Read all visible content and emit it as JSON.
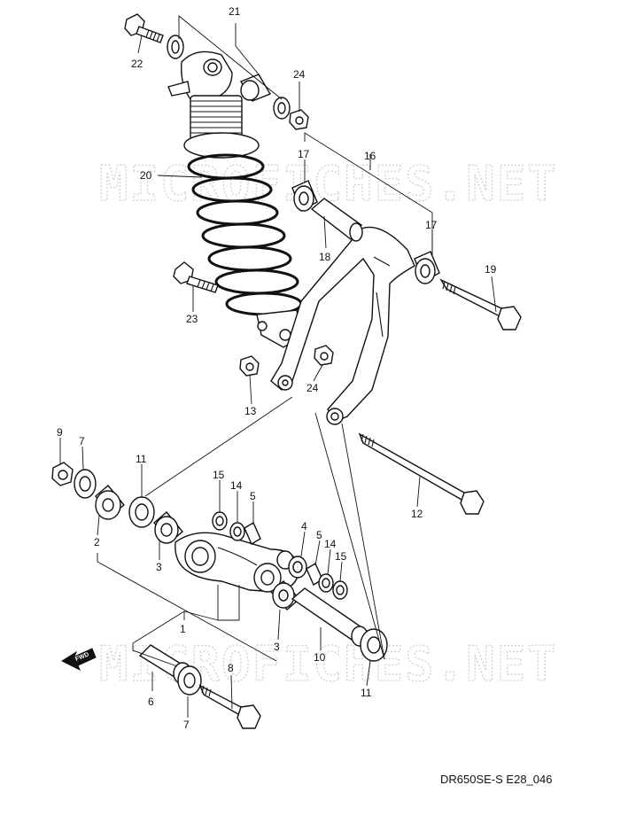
{
  "watermark": {
    "top": "MICROFICHES.NET",
    "bottom": "MICROFICHES.NET"
  },
  "reference_code": "DR650SE-S E28_046",
  "fwd_label": "FWD",
  "callouts": {
    "c21": "21",
    "c22": "22",
    "c24a": "24",
    "c16": "16",
    "c17a": "17",
    "c17b": "17",
    "c20": "20",
    "c18": "18",
    "c19": "19",
    "c23": "23",
    "c24b": "24",
    "c13": "13",
    "c9": "9",
    "c7a": "7",
    "c11a": "11",
    "c15a": "15",
    "c14a": "14",
    "c5a": "5",
    "c2": "2",
    "c3a": "3",
    "c4": "4",
    "c5b": "5",
    "c14b": "14",
    "c15b": "15",
    "c12": "12",
    "c1": "1",
    "c3b": "3",
    "c10": "10",
    "c8": "8",
    "c6": "6",
    "c7b": "7",
    "c11b": "11"
  }
}
